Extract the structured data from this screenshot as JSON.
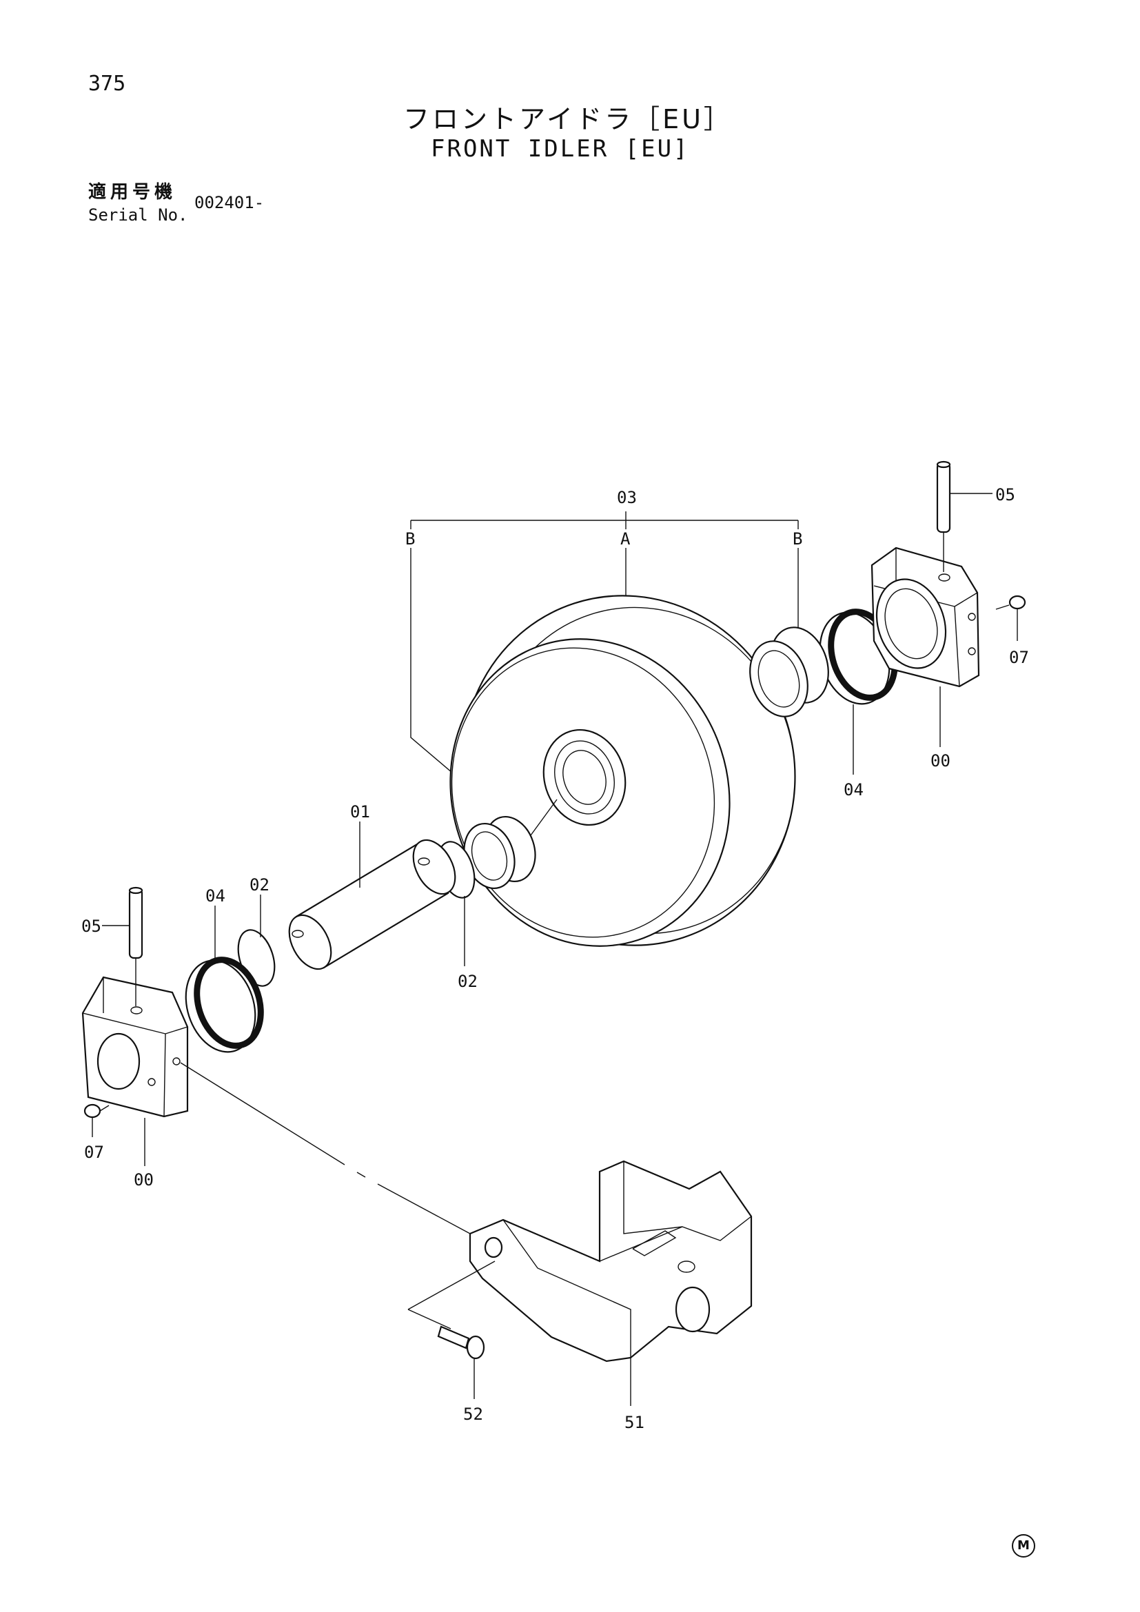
{
  "header": {
    "page_number": "375",
    "title_jp": "フロントアイドラ［EU］",
    "title_en": "FRONT IDLER [EU]",
    "serial_label_jp": "適用号機",
    "serial_label_en": "Serial No.",
    "serial_value": "002401-"
  },
  "callouts": {
    "idler_assy": "03",
    "sub_a": "A",
    "sub_b_left": "B",
    "sub_b_right": "B",
    "shaft": "01",
    "oring_left": "02",
    "oring_right": "02",
    "seal_left": "04",
    "seal_right": "04",
    "pin_left": "05",
    "pin_right": "05",
    "plug_left": "07",
    "plug_right": "07",
    "bracket_left": "00",
    "bracket_right": "00",
    "yoke": "51",
    "bolt": "52"
  },
  "footer_mark": "M"
}
